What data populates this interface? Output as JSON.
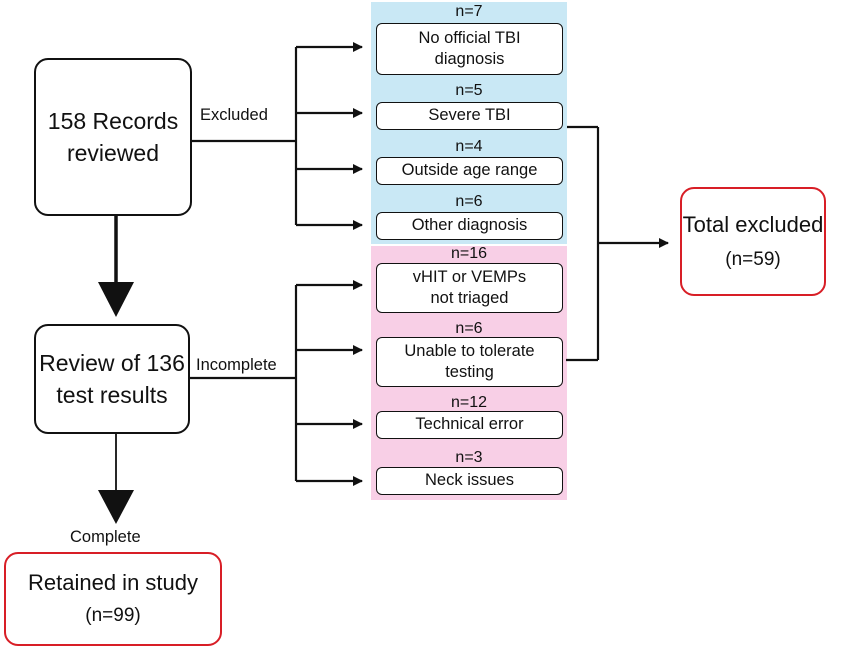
{
  "start": {
    "line1": "158 Records",
    "line2": "reviewed"
  },
  "excluded_label": "Excluded",
  "review": {
    "line1": "Review of 136",
    "line2": "test results"
  },
  "incomplete_label": "Incomplete",
  "complete_label": "Complete",
  "retained": {
    "line1": "Retained in study",
    "line2": "(n=99)"
  },
  "total_excluded": {
    "line1": "Total excluded",
    "line2": "(n=59)"
  },
  "excluded_reasons": [
    {
      "count": "n=7",
      "line1": "No official TBI",
      "line2": "diagnosis"
    },
    {
      "count": "n=5",
      "line1": "Severe TBI"
    },
    {
      "count": "n=4",
      "line1": "Outside age range"
    },
    {
      "count": "n=6",
      "line1": "Other diagnosis"
    }
  ],
  "incomplete_reasons": [
    {
      "count": "n=16",
      "line1": "vHIT or VEMPs",
      "line2": "not triaged"
    },
    {
      "count": "n=6",
      "line1": "Unable to tolerate",
      "line2": "testing"
    },
    {
      "count": "n=12",
      "line1": "Technical error"
    },
    {
      "count": "n=3",
      "line1": "Neck issues"
    }
  ],
  "colors": {
    "excluded_bg": "#c9e8f5",
    "incomplete_bg": "#f8cfe6",
    "highlight": "#d81e26"
  }
}
